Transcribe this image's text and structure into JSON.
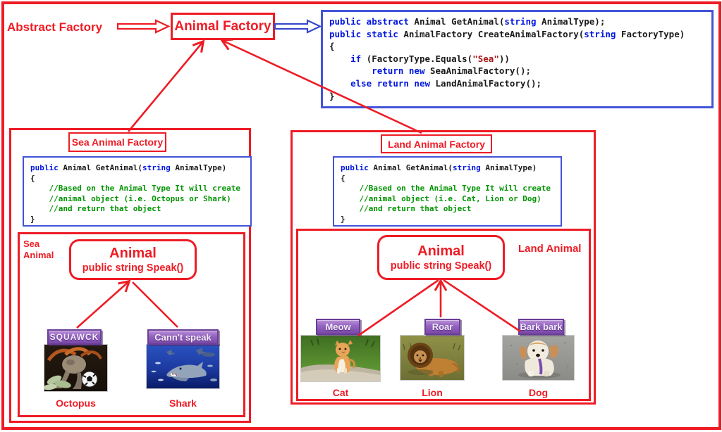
{
  "header": {
    "abstract_factory_label": "Abstract Factory",
    "animal_factory_label": "Animal Factory"
  },
  "main_code": {
    "lines": [
      [
        {
          "t": "public abstract",
          "c": "kw"
        },
        {
          "t": " Animal GetAnimal(",
          "c": "pl"
        },
        {
          "t": "string",
          "c": "kw"
        },
        {
          "t": " AnimalType);",
          "c": "pl"
        }
      ],
      [
        {
          "t": "public static",
          "c": "kw"
        },
        {
          "t": " AnimalFactory CreateAnimalFactory(",
          "c": "pl"
        },
        {
          "t": "string",
          "c": "kw"
        },
        {
          "t": " FactoryType)",
          "c": "pl"
        }
      ],
      [
        {
          "t": "{",
          "c": "pl"
        }
      ],
      [
        {
          "t": "    ",
          "c": "pl"
        },
        {
          "t": "if",
          "c": "kw"
        },
        {
          "t": " (FactoryType.Equals(",
          "c": "pl"
        },
        {
          "t": "\"Sea\"",
          "c": "st"
        },
        {
          "t": "))",
          "c": "pl"
        }
      ],
      [
        {
          "t": "        ",
          "c": "pl"
        },
        {
          "t": "return new",
          "c": "kw"
        },
        {
          "t": " SeaAnimalFactory();",
          "c": "pl"
        }
      ],
      [
        {
          "t": "    ",
          "c": "pl"
        },
        {
          "t": "else return new",
          "c": "kw"
        },
        {
          "t": " LandAnimalFactory();",
          "c": "pl"
        }
      ],
      [
        {
          "t": "}",
          "c": "pl"
        }
      ]
    ]
  },
  "sea_factory": {
    "title": "Sea Animal Factory",
    "code_lines": [
      [
        {
          "t": "public",
          "c": "kw"
        },
        {
          "t": " Animal GetAnimal(",
          "c": "pl"
        },
        {
          "t": "string",
          "c": "kw"
        },
        {
          "t": " AnimalType)",
          "c": "pl"
        }
      ],
      [
        {
          "t": "{",
          "c": "pl"
        }
      ],
      [
        {
          "t": "    //Based on the Animal Type It will create",
          "c": "cm"
        }
      ],
      [
        {
          "t": "    //animal object (i.e. Octopus or Shark)",
          "c": "cm"
        }
      ],
      [
        {
          "t": "    //and return that object",
          "c": "cm"
        }
      ],
      [
        {
          "t": "}",
          "c": "pl"
        }
      ]
    ],
    "group_label_line1": "Sea",
    "group_label_line2": "Animal",
    "animal_class": {
      "name": "Animal",
      "method": "public string Speak()"
    },
    "animals": [
      {
        "speech": "SQUAWCK",
        "name": "Octopus"
      },
      {
        "speech": "Cann't speak",
        "name": "Shark"
      }
    ]
  },
  "land_factory": {
    "title": "Land Animal Factory",
    "code_lines": [
      [
        {
          "t": "public",
          "c": "kw"
        },
        {
          "t": " Animal GetAnimal(",
          "c": "pl"
        },
        {
          "t": "string",
          "c": "kw"
        },
        {
          "t": " AnimalType)",
          "c": "pl"
        }
      ],
      [
        {
          "t": "{",
          "c": "pl"
        }
      ],
      [
        {
          "t": "    //Based on the Animal Type It will create",
          "c": "cm"
        }
      ],
      [
        {
          "t": "    //animal object (i.e. Cat, Lion or Dog)",
          "c": "cm"
        }
      ],
      [
        {
          "t": "    //and return that object",
          "c": "cm"
        }
      ],
      [
        {
          "t": "}",
          "c": "pl"
        }
      ]
    ],
    "group_label": "Land Animal",
    "animal_class": {
      "name": "Animal",
      "method": "public string Speak()"
    },
    "animals": [
      {
        "speech": "Meow",
        "name": "Cat"
      },
      {
        "speech": "Roar",
        "name": "Lion"
      },
      {
        "speech": "Bark bark",
        "name": "Dog"
      }
    ]
  },
  "colors": {
    "diagram_red": "#ee1c25",
    "code_border_blue": "#4353d8",
    "keyword_blue": "#0016e0",
    "comment_green": "#009400",
    "string_dark_red": "#a31515",
    "bubble_purple": "#8a5cb8"
  }
}
